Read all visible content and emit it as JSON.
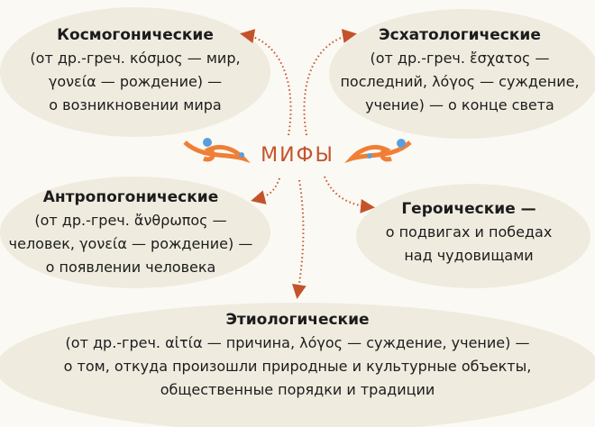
{
  "center": {
    "title": "МИФЫ"
  },
  "colors": {
    "accent": "#c4532c",
    "ornament": "#f07f35",
    "bead": "#5a9fdc",
    "blob": "#efebdf"
  },
  "blocks": [
    {
      "title": "Космогонические",
      "lines": [
        "(от др.-греч. κόσμος — мир,",
        "γονεία — рождение) —",
        "о возникновении мира"
      ]
    },
    {
      "title": "Эсхатологические",
      "lines": [
        "(от др.-греч. ἔσχατος —",
        "последний, λόγος — суждение,",
        "учение) — о конце света"
      ]
    },
    {
      "title": "Антропогонические",
      "lines": [
        "(от др.-греч. ἄνθρωπος —",
        "человек, γονεία — рождение) —",
        "о появлении человека"
      ]
    },
    {
      "title": "Героические —",
      "lines": [
        "о подвигах и победах",
        "над чудовищами"
      ]
    },
    {
      "title": "Этиологические",
      "lines": [
        "(от др.-греч. αἰτία — причина, λόγος — суждение, учение) —",
        "о том, откуда произошли природные и культурные объекты,",
        "общественные порядки и традиции"
      ]
    }
  ]
}
